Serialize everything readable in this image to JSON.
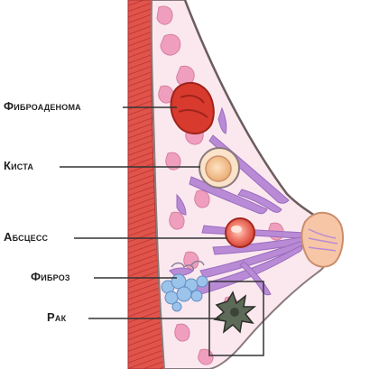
{
  "labels": {
    "fibroadenoma": "Фиброаденома",
    "cyst": "Киста",
    "abscess": "Абсцесс",
    "fibrosis": "Фиброз",
    "cancer": "Рак"
  },
  "colors": {
    "muscle": "#e0544c",
    "tissue_fill": "#fbe8ef",
    "outline": "#8a7a7a",
    "duct": "#b98bd6",
    "lobule": "#ef9fbd",
    "fibroadenoma": "#d83a2e",
    "cyst": "#f3c18e",
    "abscess": "#e85a4f",
    "fibrosis": "#9cc3ea",
    "skin": "#f7c6a6",
    "line": "#333333"
  }
}
